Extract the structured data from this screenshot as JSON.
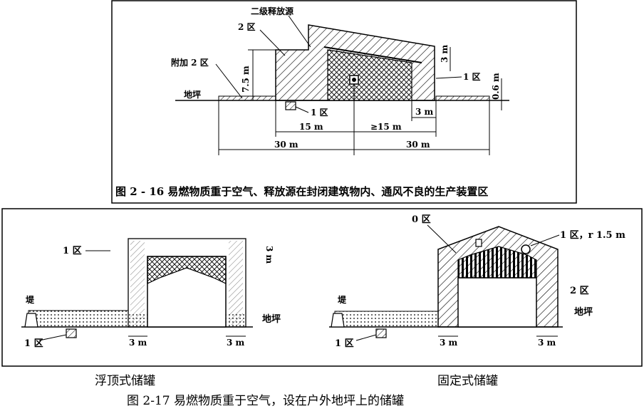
{
  "fig16": {
    "caption": "图 2 - 16   易燃物质重于空气、释放源在封闭建筑物内、通风不良的生产装置区",
    "labels": {
      "secondary_source": "二级释放源",
      "zone2": "2 区",
      "additional_zone2": "附加 2 区",
      "ground": "地坪",
      "zone1_right": "1 区",
      "zone1_pit": "1 区",
      "h_7_5": "7.5 m",
      "h_3": "3 m",
      "h_0_6": "0.6 m",
      "d_3": "3 m",
      "d_15": "15 m",
      "d_ge15": "≥15 m",
      "d_30_left": "30 m",
      "d_30_right": "30 m"
    }
  },
  "fig17": {
    "left": {
      "zone1_top": "1 区",
      "h_3": "3 m",
      "ground": "地坪",
      "zone1_pit": "1 区",
      "d_3_left": "3 m",
      "d_3_right": "3 m",
      "small_mark": "堤"
    },
    "right": {
      "zone0": "0 区",
      "zone1_top": "1 区，r 1.5 m",
      "zone2": "2 区",
      "ground": "地坪",
      "zone1_pit": "1 区",
      "d_3_left": "3 m",
      "d_3_right": "3 m",
      "small_mark": "堤"
    },
    "sub_left": "浮顶式储罐",
    "sub_right": "固定式储罐",
    "caption": "图 2-17  易燃物质重于空气，设在户外地坪上的储罐"
  }
}
